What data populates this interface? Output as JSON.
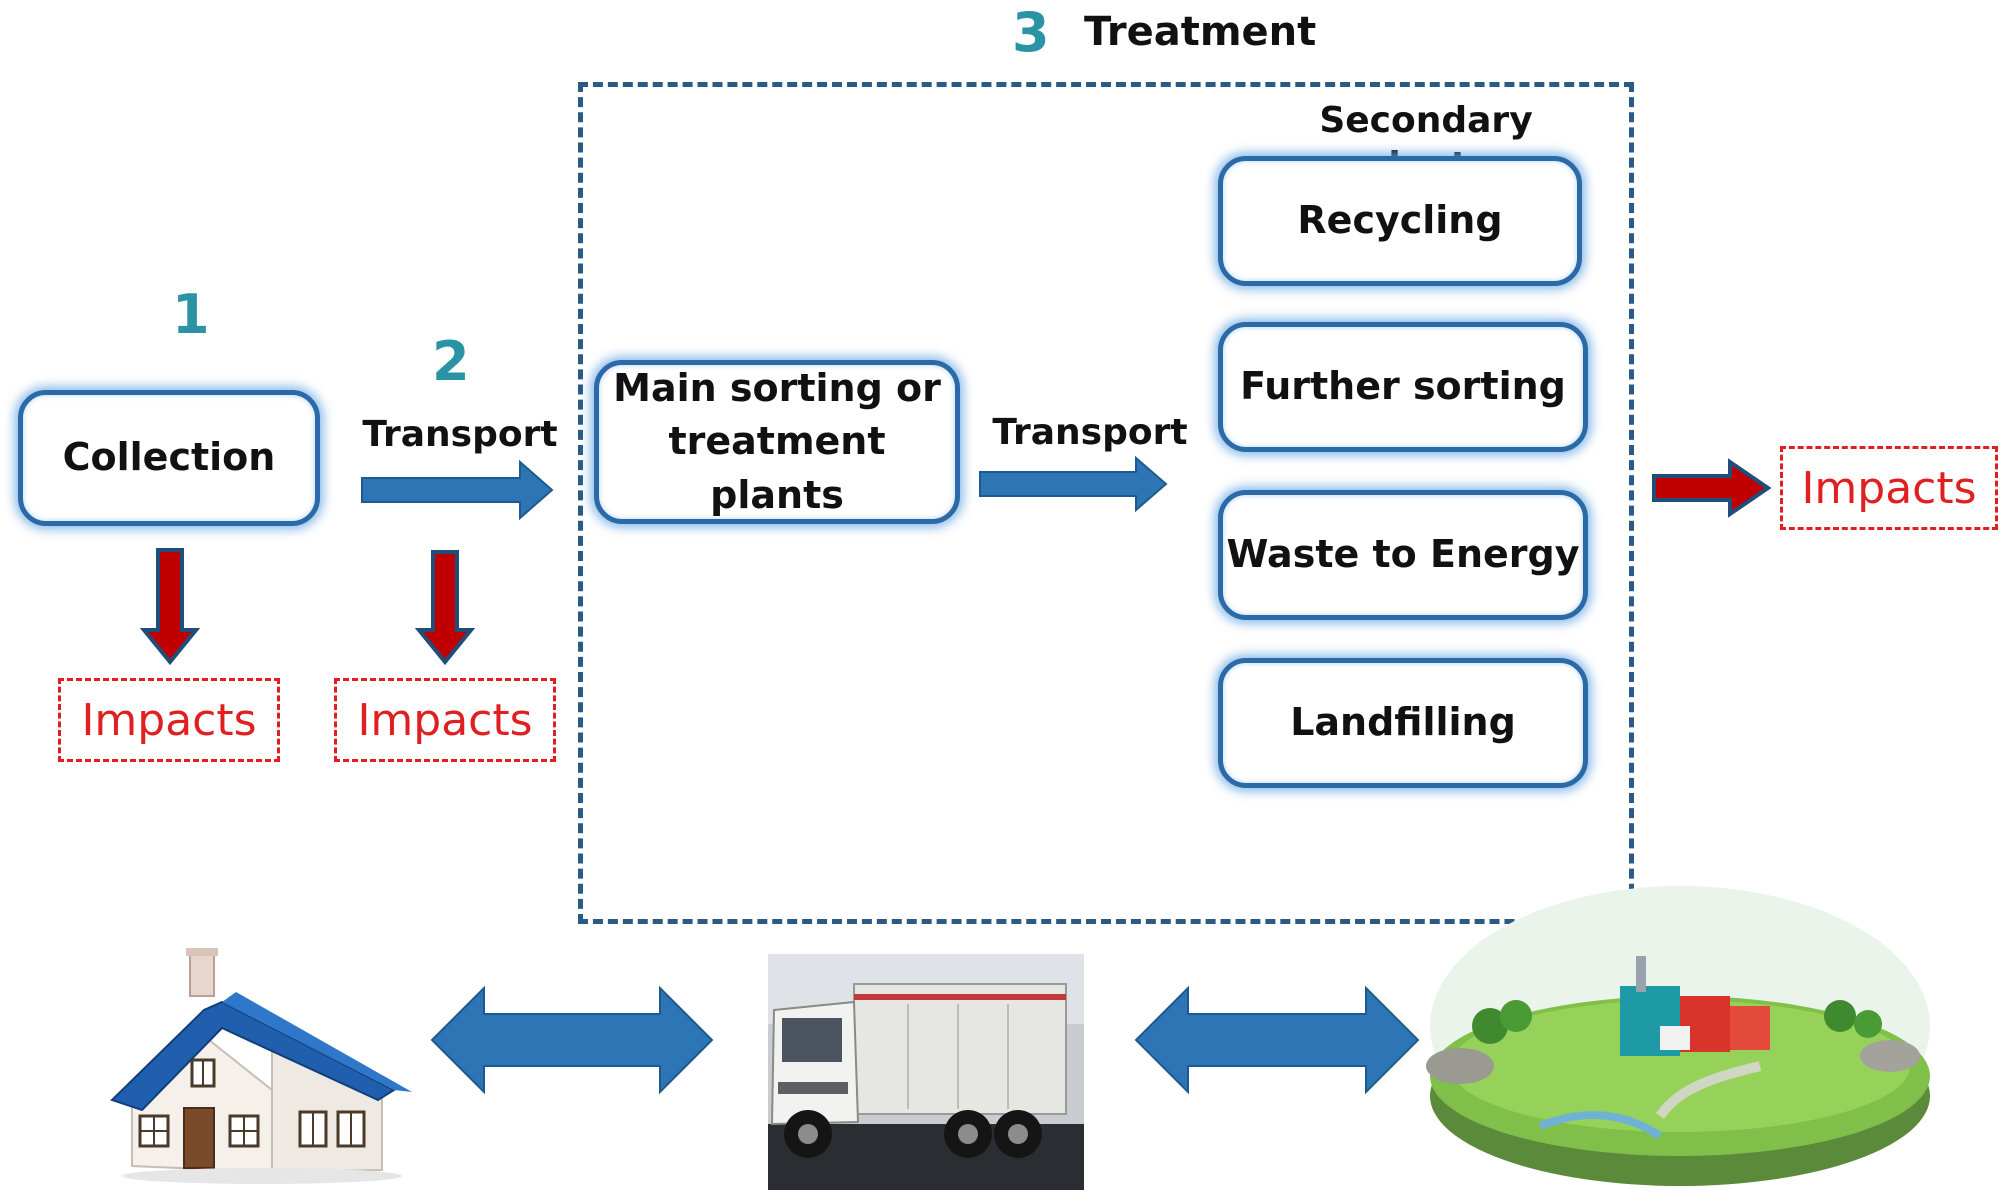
{
  "steps": {
    "collection": {
      "number": "1",
      "label": "Collection"
    },
    "transport": {
      "number": "2",
      "label": "Transport"
    },
    "treatment": {
      "number": "3",
      "label": "Treatment"
    }
  },
  "treatment_box": {
    "main_plants": "Main sorting or treatment plants",
    "internal_transport": "Transport",
    "secondary_title": "Secondary plants",
    "secondary_items": [
      "Recycling",
      "Further sorting",
      "Waste to Energy",
      "Landfilling"
    ]
  },
  "impacts": {
    "label": "Impacts"
  },
  "colors": {
    "step_number": "#2a93a6",
    "node_border": "#2a6aa8",
    "flow_arrow": "#2e75b6",
    "impact": "#e02020",
    "impact_arrow": "#c00000"
  },
  "illustrations": [
    "house-icon",
    "garbage-truck-photo",
    "treatment-landscape-image"
  ]
}
